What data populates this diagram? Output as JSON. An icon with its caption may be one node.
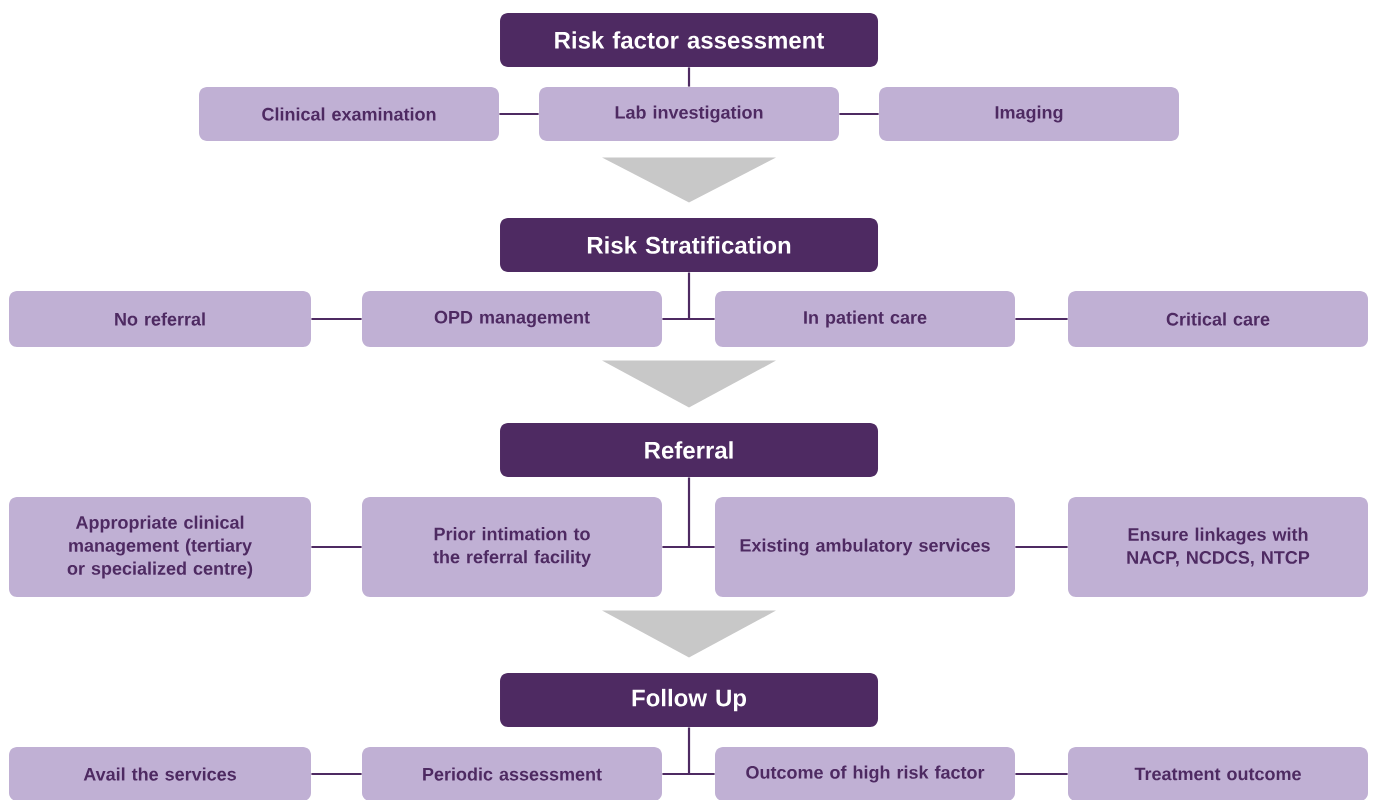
{
  "diagram": {
    "nodes": [
      {
        "text": [
          "Risk factor assessment"
        ]
      },
      {
        "text": [
          "Clinical examination"
        ]
      },
      {
        "text": [
          "Lab investigation"
        ]
      },
      {
        "text": [
          "Imaging"
        ]
      },
      {
        "text": [
          "Risk Stratification"
        ]
      },
      {
        "text": [
          "No referral"
        ]
      },
      {
        "text": [
          "OPD management"
        ]
      },
      {
        "text": [
          "In patient care"
        ]
      },
      {
        "text": [
          "Critical care"
        ]
      },
      {
        "text": [
          "Referral"
        ]
      },
      {
        "text": [
          "Appropriate clinical management (tertiary or specialized centre)"
        ]
      },
      {
        "text": [
          "Prior intimation to the referral facility"
        ]
      },
      {
        "text": [
          "Existing ambulatory services"
        ]
      },
      {
        "text": [
          "Ensure linkages with NACP, NCDCS, NTCP"
        ]
      },
      {
        "text": [
          "Follow Up"
        ]
      },
      {
        "text": [
          "Avail the services"
        ]
      },
      {
        "text": [
          "Periodic assessment"
        ]
      },
      {
        "text": [
          "Outcome of high risk factor"
        ]
      },
      {
        "text": [
          "Treatment outcome"
        ]
      }
    ],
    "edges": [
      {
        "from": 0,
        "to": 2,
        "arrow": "none"
      },
      {
        "from": 1,
        "to": 2,
        "arrow": "none"
      },
      {
        "from": 2,
        "to": 3,
        "arrow": "none"
      },
      {
        "from": 2,
        "to": 4,
        "arrow": "to"
      },
      {
        "from": 4,
        "to": 6,
        "arrow": "none"
      },
      {
        "from": 4,
        "to": 7,
        "arrow": "none"
      },
      {
        "from": 5,
        "to": 6,
        "arrow": "none"
      },
      {
        "from": 7,
        "to": 8,
        "arrow": "none"
      },
      {
        "from": null,
        "to": 9,
        "arrow": "to"
      },
      {
        "from": 9,
        "to": 11,
        "arrow": "none"
      },
      {
        "from": 9,
        "to": 12,
        "arrow": "none"
      },
      {
        "from": 10,
        "to": 11,
        "arrow": "none"
      },
      {
        "from": 12,
        "to": 13,
        "arrow": "none"
      },
      {
        "from": null,
        "to": 14,
        "arrow": "to"
      },
      {
        "from": 14,
        "to": 16,
        "arrow": "none"
      },
      {
        "from": 14,
        "to": 17,
        "arrow": "none"
      },
      {
        "from": 15,
        "to": 16,
        "arrow": "none"
      },
      {
        "from": 17,
        "to": 18,
        "arrow": "none"
      }
    ]
  }
}
